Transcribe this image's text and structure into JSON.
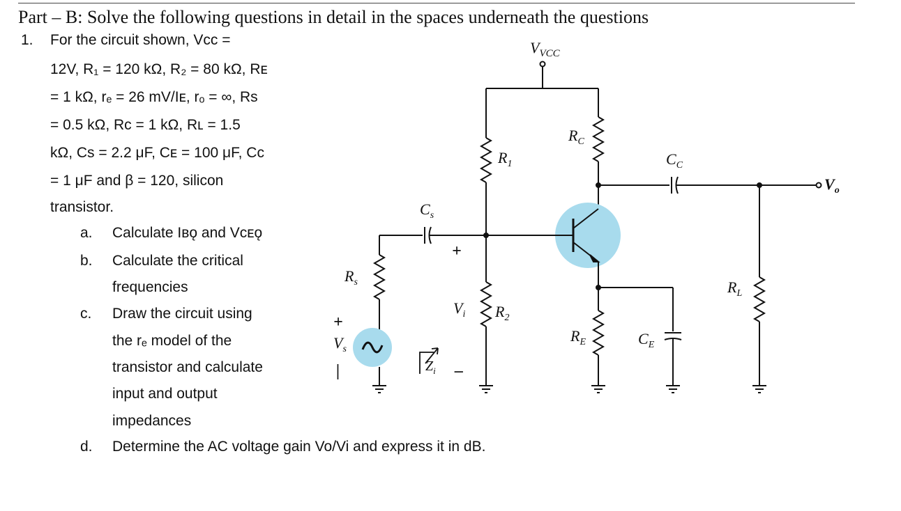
{
  "header": {
    "title": "Part – B: Solve the following questions in detail in the spaces underneath the questions"
  },
  "question": {
    "number": "1.",
    "lines": [
      "For the circuit shown, Vcc =",
      "12V, R₁ = 120 kΩ, R₂ = 80 kΩ, Rᴇ",
      "= 1 kΩ, rₑ = 26 mV/Iᴇ, rₒ = ∞, Rs",
      "= 0.5 kΩ, Rc = 1 kΩ, Rʟ = 1.5",
      "kΩ, Cs = 2.2 μF, Cᴇ = 100 μF, Cc",
      "= 1 μF and β = 120, silicon",
      "transistor."
    ],
    "parts": [
      {
        "letter": "a.",
        "lines": [
          "Calculate Iʙǫ and Vᴄᴇǫ"
        ]
      },
      {
        "letter": "b.",
        "lines": [
          "Calculate the critical",
          "frequencies"
        ]
      },
      {
        "letter": "c.",
        "lines": [
          "Draw the circuit using",
          "the rₑ model of the",
          "transistor and calculate",
          "input and output",
          "impedances"
        ]
      },
      {
        "letter": "d.",
        "lines": [
          "Determine the AC voltage gain Vo/Vi and express it in dB."
        ]
      }
    ]
  },
  "circuit": {
    "labels": {
      "vcc": "VCC",
      "r1": "R1",
      "r2": "R2",
      "rc": "RC",
      "re": "RE",
      "rs": "Rs",
      "rl": "RL",
      "cs": "Cs",
      "cc": "CC",
      "ce": "CE",
      "vi": "Vi",
      "vs": "Vs",
      "vo": "Vo",
      "zi": "Zi",
      "plus": "+",
      "minus": "–"
    },
    "colors": {
      "transistor_fill": "#a8dbed",
      "wire": "#111111"
    }
  }
}
